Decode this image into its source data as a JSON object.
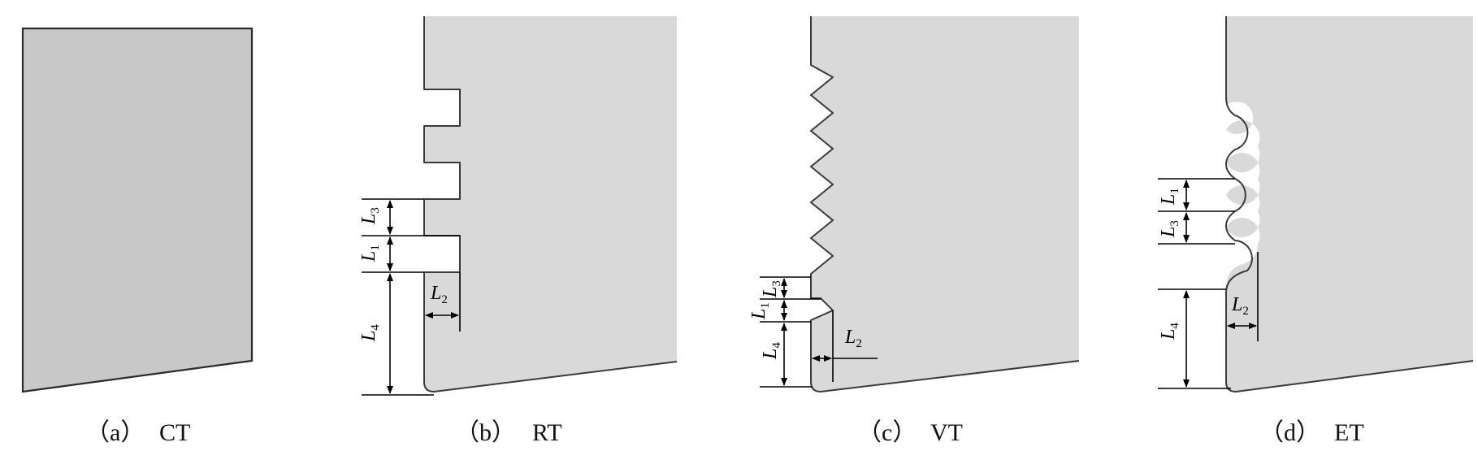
{
  "panels": [
    {
      "letter": "（a）",
      "name": "CT"
    },
    {
      "letter": "（b）",
      "name": "RT"
    },
    {
      "letter": "（c）",
      "name": "VT"
    },
    {
      "letter": "（d）",
      "name": "ET"
    }
  ],
  "dimension_labels": {
    "L1": {
      "symbol": "L",
      "sub": "1"
    },
    "L2": {
      "symbol": "L",
      "sub": "2"
    },
    "L3": {
      "symbol": "L",
      "sub": "3"
    },
    "L4": {
      "symbol": "L",
      "sub": "4"
    }
  },
  "colors": {
    "plate_fill": "#d9d9d9",
    "plate_fill_ct": "#c8c8c8",
    "edge": "#3a3a3a",
    "dimension": "#000000"
  }
}
